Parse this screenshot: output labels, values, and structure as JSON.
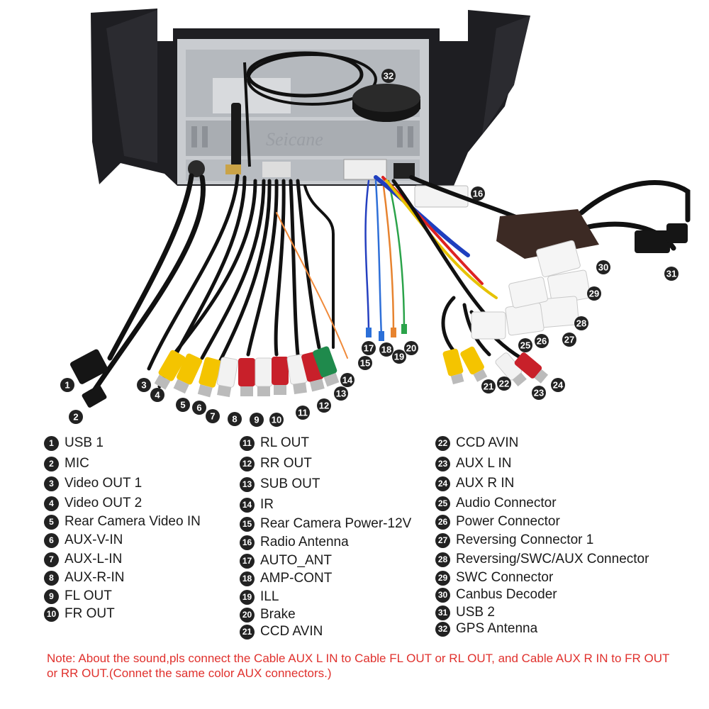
{
  "watermark": "Seicane",
  "items": [
    {
      "num": "1",
      "label": "USB 1"
    },
    {
      "num": "2",
      "label": "MIC"
    },
    {
      "num": "3",
      "label": "Video OUT 1"
    },
    {
      "num": "4",
      "label": "Video OUT 2"
    },
    {
      "num": "5",
      "label": "Rear Camera Video IN"
    },
    {
      "num": "6",
      "label": "AUX-V-IN"
    },
    {
      "num": "7",
      "label": "AUX-L-IN"
    },
    {
      "num": "8",
      "label": "AUX-R-IN"
    },
    {
      "num": "9",
      "label": "FL OUT"
    },
    {
      "num": "10",
      "label": "FR OUT"
    },
    {
      "num": "11",
      "label": "RL OUT"
    },
    {
      "num": "12",
      "label": "RR OUT"
    },
    {
      "num": "13",
      "label": "SUB OUT"
    },
    {
      "num": "14",
      "label": "IR"
    },
    {
      "num": "15",
      "label": "Rear Camera Power-12V"
    },
    {
      "num": "16",
      "label": "Radio Antenna"
    },
    {
      "num": "17",
      "label": "AUTO_ANT"
    },
    {
      "num": "18",
      "label": "AMP-CONT"
    },
    {
      "num": "19",
      "label": "ILL"
    },
    {
      "num": "20",
      "label": "Brake"
    },
    {
      "num": "21",
      "label": "CCD AVIN"
    },
    {
      "num": "22",
      "label": "CCD AVIN"
    },
    {
      "num": "23",
      "label": "AUX L IN"
    },
    {
      "num": "24",
      "label": "AUX R IN"
    },
    {
      "num": "25",
      "label": "Audio Connector"
    },
    {
      "num": "26",
      "label": "Power Connector"
    },
    {
      "num": "27",
      "label": "Reversing Connector 1"
    },
    {
      "num": "28",
      "label": "Reversing/SWC/AUX Connector"
    },
    {
      "num": "29",
      "label": "SWC Connector"
    },
    {
      "num": "30",
      "label": "Canbus Decoder"
    },
    {
      "num": "31",
      "label": "USB 2"
    },
    {
      "num": "32",
      "label": "GPS Antenna"
    }
  ],
  "note": "Note: About the sound,pls connect the Cable AUX L IN to Cable FL OUT or RL OUT, and Cable AUX R IN to FR OUT or RR OUT.(Connet the same color AUX connectors.)",
  "colors": {
    "note": "#e0312d",
    "badge": "#222222",
    "rca_red": "#c8202a",
    "rca_white": "#f2f2f2",
    "rca_yellow": "#f4c400",
    "rca_green": "#1f8a4c"
  }
}
